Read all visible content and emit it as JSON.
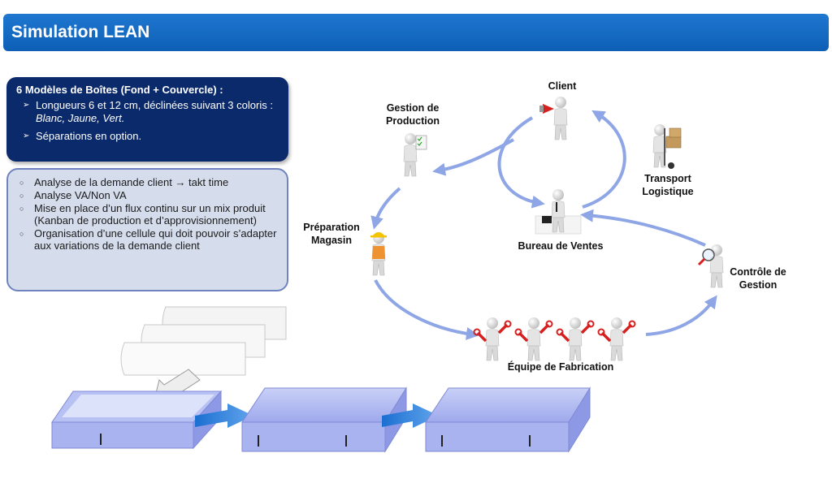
{
  "header": {
    "title": "Simulation LEAN"
  },
  "models_box": {
    "title": "6 Modèles de Boîtes (Fond + Couvercle) :",
    "items": [
      {
        "text": "Longueurs 6 et 12 cm, déclinées suivant 3 coloris : ",
        "italic": "Blanc, Jaune, Vert."
      },
      {
        "text": "Séparations en option.",
        "italic": ""
      }
    ]
  },
  "objectives_box": {
    "items": [
      "Analyse de la demande client → takt time",
      "Analyse VA/Non VA",
      "Mise en place d’un flux continu sur un mix produit (Kanban de production et d’approvisionnement)",
      "Organisation d’une cellule qui doit pouvoir s’adapter aux variations de la demande client"
    ]
  },
  "diagram": {
    "client": "Client",
    "gestion_production": "Gestion de Production",
    "transport": "Transport Logistique",
    "preparation": "Préparation Magasin",
    "bureau_ventes": "Bureau de Ventes",
    "controle_gestion": "Contrôle de Gestion",
    "equipe_fabrication": "Équipe de Fabrication"
  },
  "colors": {
    "banner": "#1672c9",
    "dark_box": "#0b2a6b",
    "light_box": "#d5dcec",
    "arrow": "#8fa6e6",
    "tray": "#a9b5f0",
    "figure": "#e6e6e6",
    "wrench": "#d62020"
  },
  "icons": [
    "megaphone-icon",
    "checklist-icon",
    "hand-truck-icon",
    "hard-hat-icon",
    "briefcase-icon",
    "magnifier-icon",
    "wrench-icon"
  ]
}
